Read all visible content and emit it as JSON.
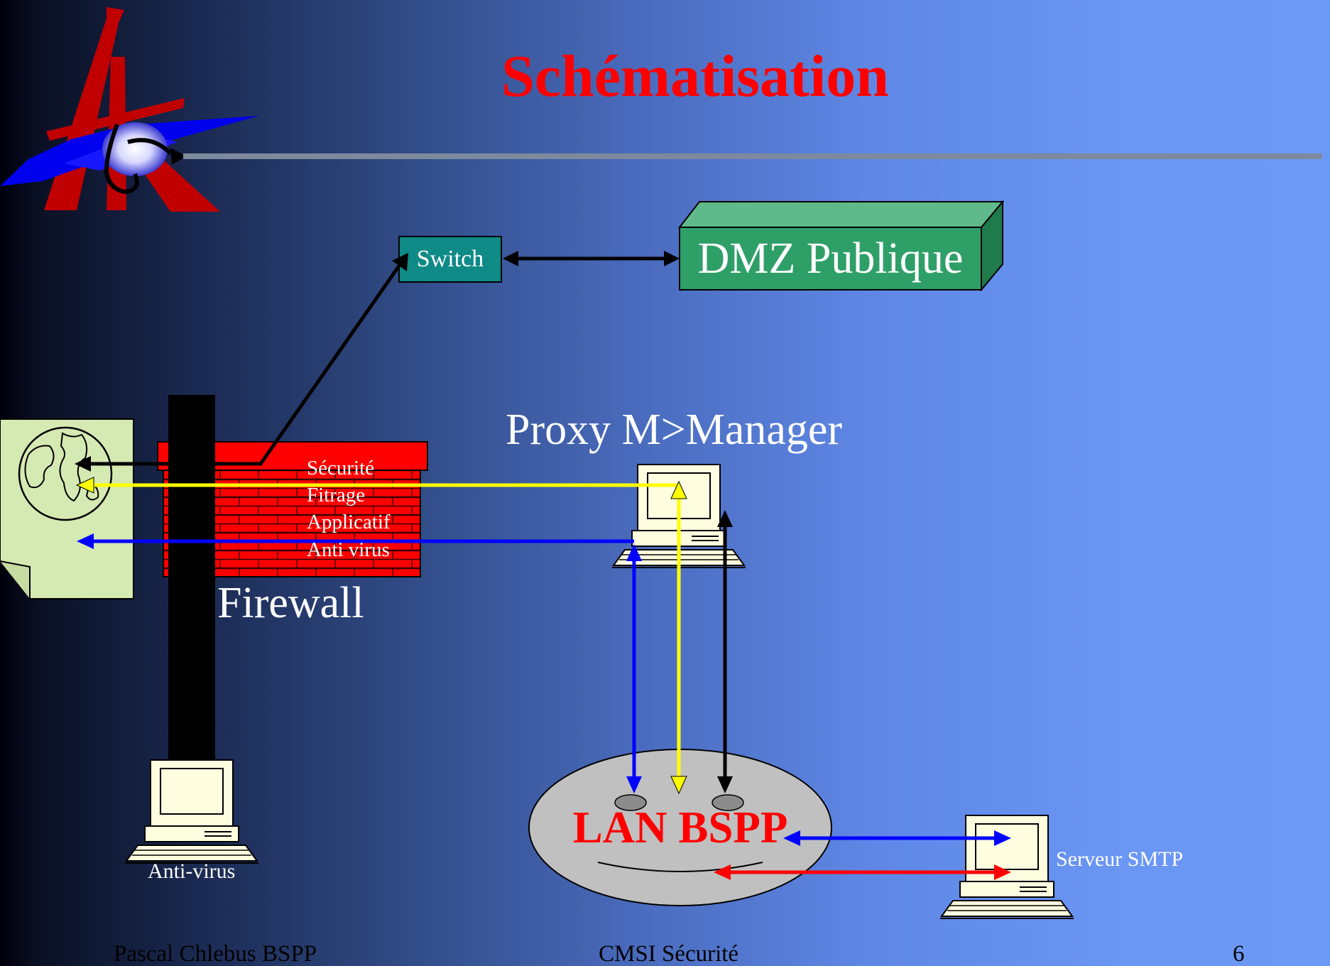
{
  "slide": {
    "title": "Schématisation",
    "page_number": "6"
  },
  "nodes": {
    "switch": "Switch",
    "dmz": "DMZ Publique",
    "proxy": "Proxy M>Manager",
    "firewall": "Firewall",
    "firewall_functions": [
      "Sécurité",
      "Fitrage",
      "Applicatif",
      "Anti virus"
    ],
    "lan": "LAN BSPP",
    "smtp_server": "Serveur SMTP",
    "antivirus": "Anti-virus"
  },
  "footer": {
    "left": "Pascal Chlebus BSPP",
    "center": "CMSI  Sécurité",
    "right": "6"
  },
  "colors": {
    "title": "#ff0000",
    "lan_label": "#ff0000",
    "switch_fill": "#0e8a87",
    "dmz_fill": "#2f9f68",
    "firewall_brick": "#ff0000",
    "internet_doc": "#d5e9b2",
    "link_black": "#000000",
    "link_yellow": "#ffff00",
    "link_blue": "#0000ff",
    "link_red": "#ff0000"
  },
  "icons": [
    "logo-emblem",
    "globe-icon",
    "computer-icon",
    "brick-wall"
  ]
}
